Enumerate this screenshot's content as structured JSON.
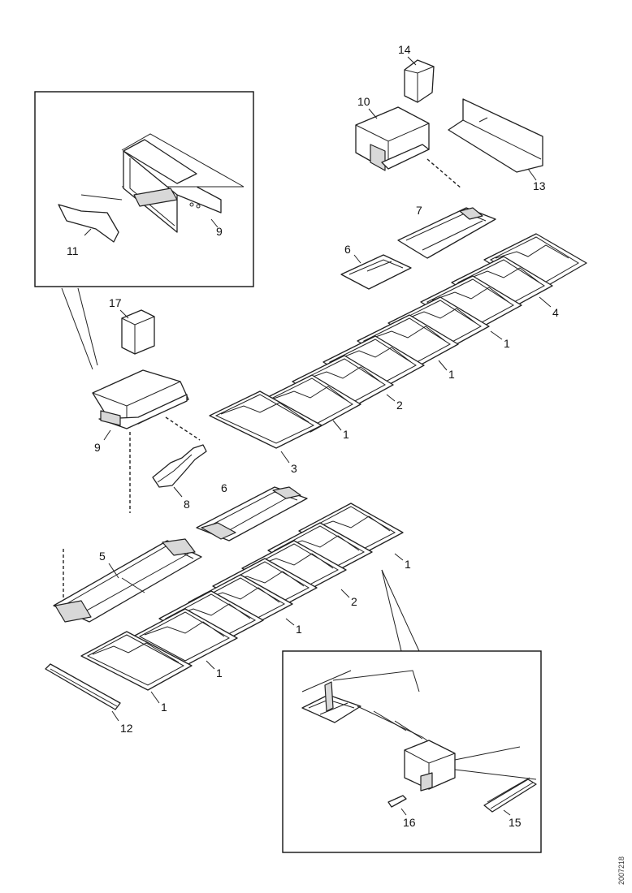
{
  "callouts": {
    "c14": "14",
    "c10": "10",
    "c13": "13",
    "c7": "7",
    "c6a": "6",
    "c4": "4",
    "c1a": "1",
    "c1b": "1",
    "c2a": "2",
    "c1c": "1",
    "c3": "3",
    "c11": "11",
    "c9a": "9",
    "c17": "17",
    "c9b": "9",
    "c8": "8",
    "c6b": "6",
    "c5": "5",
    "c1d": "1",
    "c2b": "2",
    "c1e": "1",
    "c1f": "1",
    "c1g": "1",
    "c12": "12",
    "c16": "16",
    "c15": "15"
  },
  "document_id": "2007218"
}
